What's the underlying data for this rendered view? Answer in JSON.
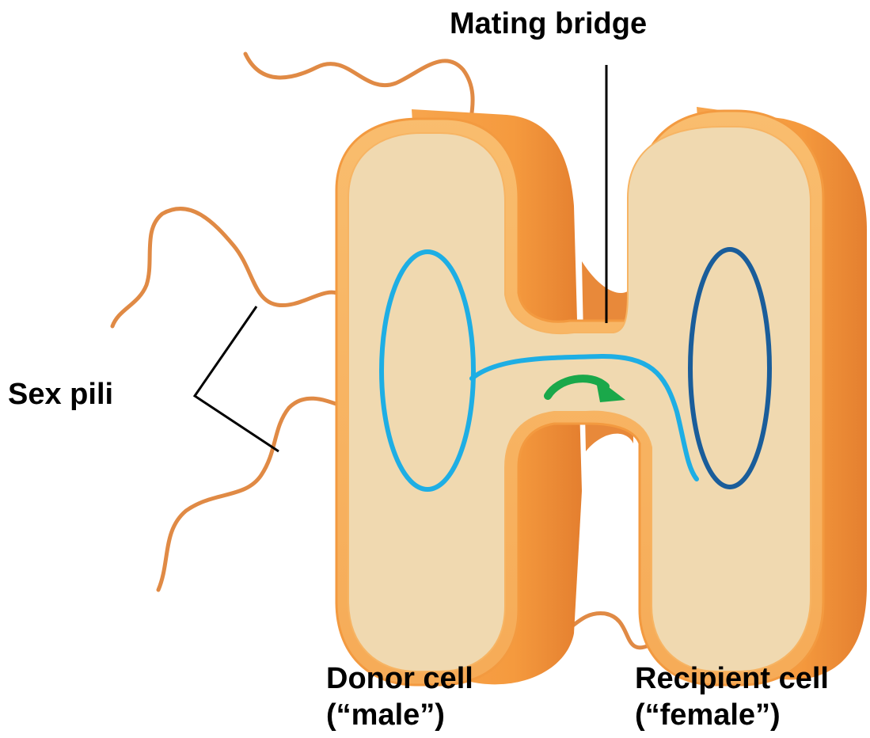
{
  "labels": {
    "mating_bridge": "Mating bridge",
    "sex_pili": "Sex pili",
    "donor_cell": {
      "line1": "Donor cell",
      "line2": "(“male”)"
    },
    "recipient_cell": {
      "line1": "Recipient cell",
      "line2": "(“female”)"
    }
  },
  "colors": {
    "cell_membrane": "#f5a851",
    "cell_membrane_dark": "#e8893a",
    "cytoplasm": "#f0d9b0",
    "pili": "#e08a45",
    "donor_dna": "#1eaee4",
    "recipient_dna": "#1a5d9a",
    "transfer_arrow": "#1aa84a",
    "leader_line": "#000000"
  }
}
